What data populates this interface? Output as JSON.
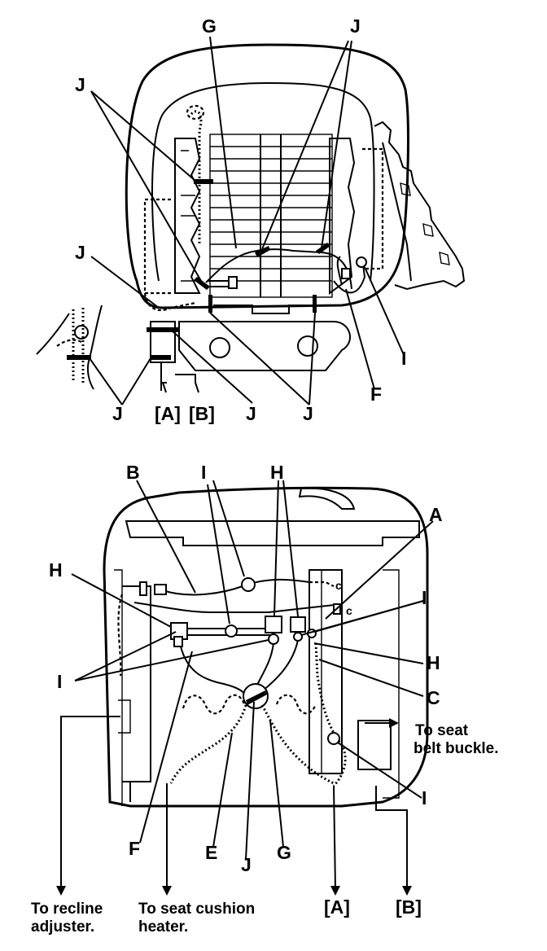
{
  "top_view": {
    "labels": {
      "G": "G",
      "J_top_right": "J",
      "J_upper_left": "J",
      "J_left_mid": "J",
      "J_bottom_left": "J",
      "J_bottom_mid": "J",
      "J_bottom_right": "J",
      "I": "I",
      "F": "F"
    },
    "connector_A": "[A]",
    "connector_B": "[B]"
  },
  "bottom_view": {
    "labels": {
      "B": "B",
      "I_top": "I",
      "H_top": "H",
      "A": "A",
      "H_left": "H",
      "I_right_top": "I",
      "I_left": "I",
      "H_right": "H",
      "C": "C",
      "I_right_bottom": "I",
      "F": "F",
      "J": "J",
      "E": "E",
      "G": "G"
    },
    "connector_A": "[A]",
    "connector_B": "[B]",
    "notes": {
      "seat_belt_line1": "To seat",
      "seat_belt_line2": "belt buckle.",
      "recline_line1": "To recline",
      "recline_line2": "adjuster.",
      "cushion_line1": "To seat cushion",
      "cushion_line2": "heater."
    },
    "small_c": "c"
  }
}
